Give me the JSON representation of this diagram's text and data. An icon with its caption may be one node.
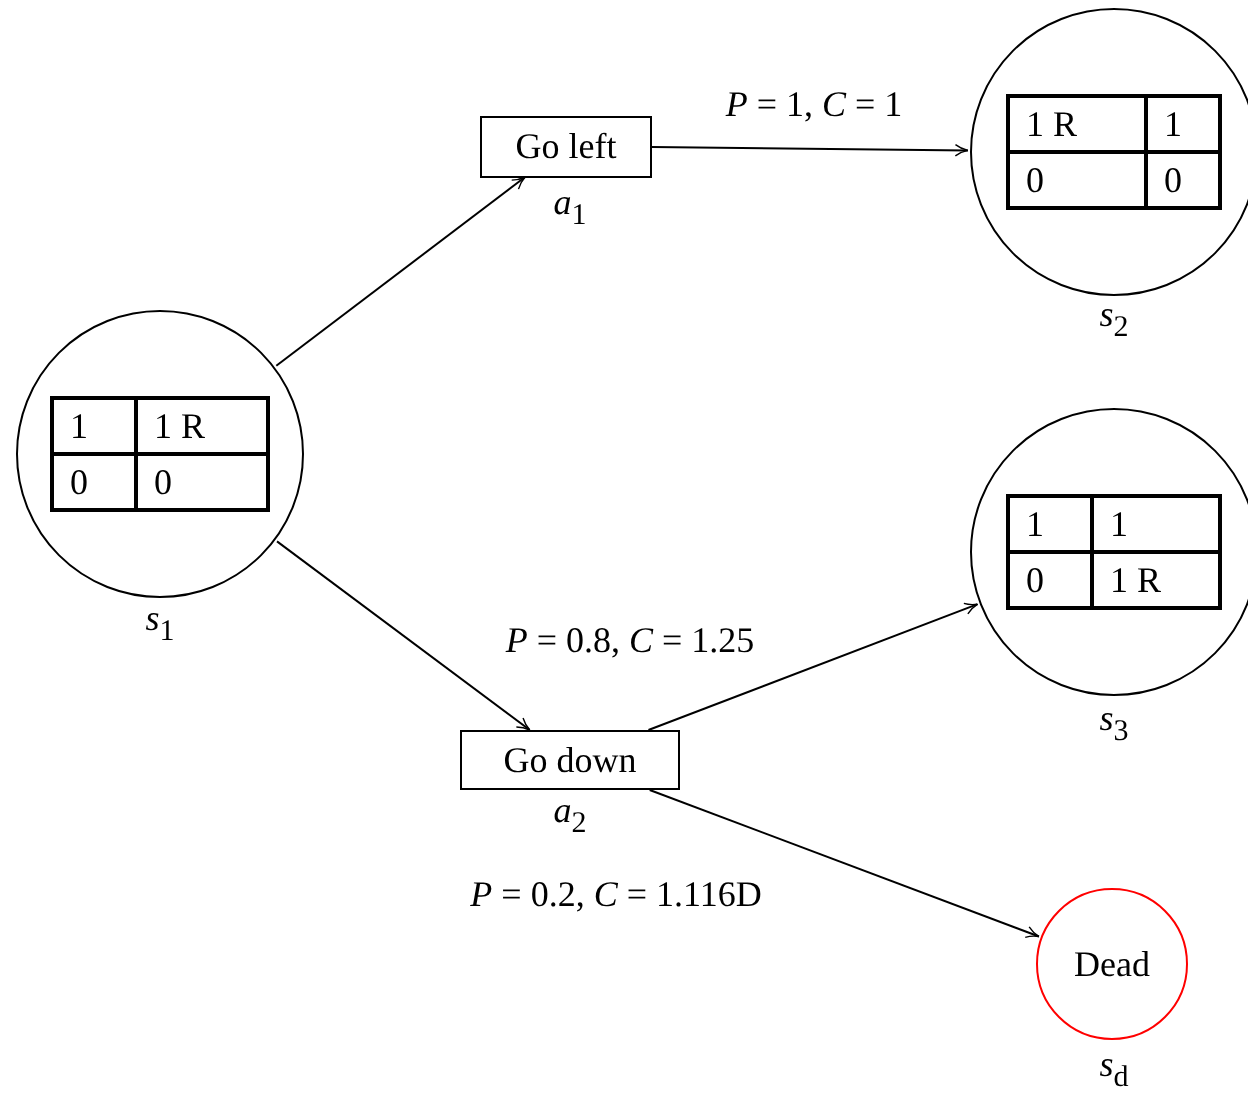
{
  "diagram": {
    "nodes": [
      {
        "text": [
          "1",
          "1 R",
          "0",
          "0"
        ],
        "beside": [
          "*s*$_{1}$"
        ]
      },
      {
        "text": [
          "Go left"
        ],
        "beside": [
          "*a*$_{1}$"
        ]
      },
      {
        "text": [
          "1 R",
          "1",
          "0",
          "0"
        ],
        "beside": [
          "*s*$_{2}$"
        ]
      },
      {
        "text": [
          "Go down"
        ],
        "beside": [
          "*a*$_{2}$"
        ]
      },
      {
        "text": [
          "1",
          "1",
          "0",
          "1 R"
        ],
        "beside": [
          "*s*$_{3}$"
        ]
      },
      {
        "text": [
          "Dead"
        ],
        "beside": [
          "*s*$_{d}$"
        ]
      }
    ],
    "edges": [
      {
        "from": 0,
        "to": 1,
        "arrow": "to"
      },
      {
        "from": 1,
        "to": 2,
        "arrow": "to",
        "label": "*P* = 1, *C* = 1"
      },
      {
        "from": 0,
        "to": 3,
        "arrow": "to"
      },
      {
        "from": 3,
        "to": 4,
        "arrow": "to",
        "label": "*P* = 0.8, *C* = 1.25"
      },
      {
        "from": 3,
        "to": 5,
        "arrow": "to",
        "label": "*P* = 0.2, *C* = 1.116D"
      }
    ]
  }
}
